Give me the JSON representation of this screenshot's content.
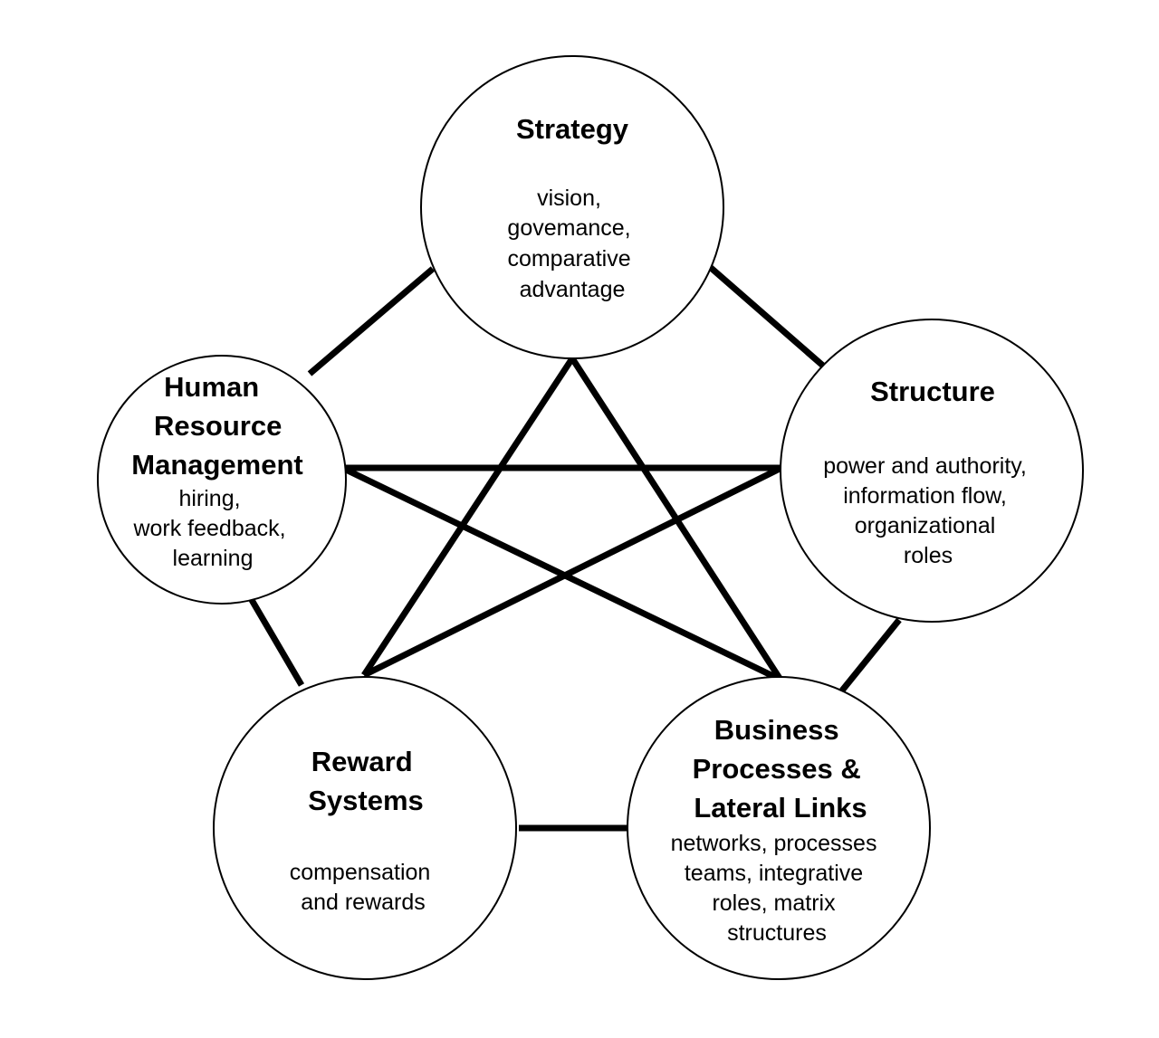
{
  "colors": {
    "background": "#ffffff",
    "stroke": "#000000",
    "node_fill": "#ffffff"
  },
  "nodes": {
    "strategy": {
      "title": [
        "Strategy"
      ],
      "desc": [
        "vision,",
        "govemance,",
        "comparative",
        "advantage"
      ]
    },
    "structure": {
      "title": [
        "Structure"
      ],
      "desc": [
        "power and authority,",
        "information flow,",
        "organizational",
        "roles"
      ]
    },
    "hrm": {
      "title": [
        "Human",
        "Resource",
        "Management"
      ],
      "desc": [
        "hiring,",
        "work feedback,",
        "learning"
      ]
    },
    "reward": {
      "title": [
        "Reward",
        "Systems"
      ],
      "desc": [
        "compensation",
        "and rewards"
      ]
    },
    "business": {
      "title": [
        "Business",
        "Processes &",
        "Lateral Links"
      ],
      "desc": [
        "networks, processes",
        "teams, integrative",
        "roles, matrix",
        "structures"
      ]
    }
  }
}
